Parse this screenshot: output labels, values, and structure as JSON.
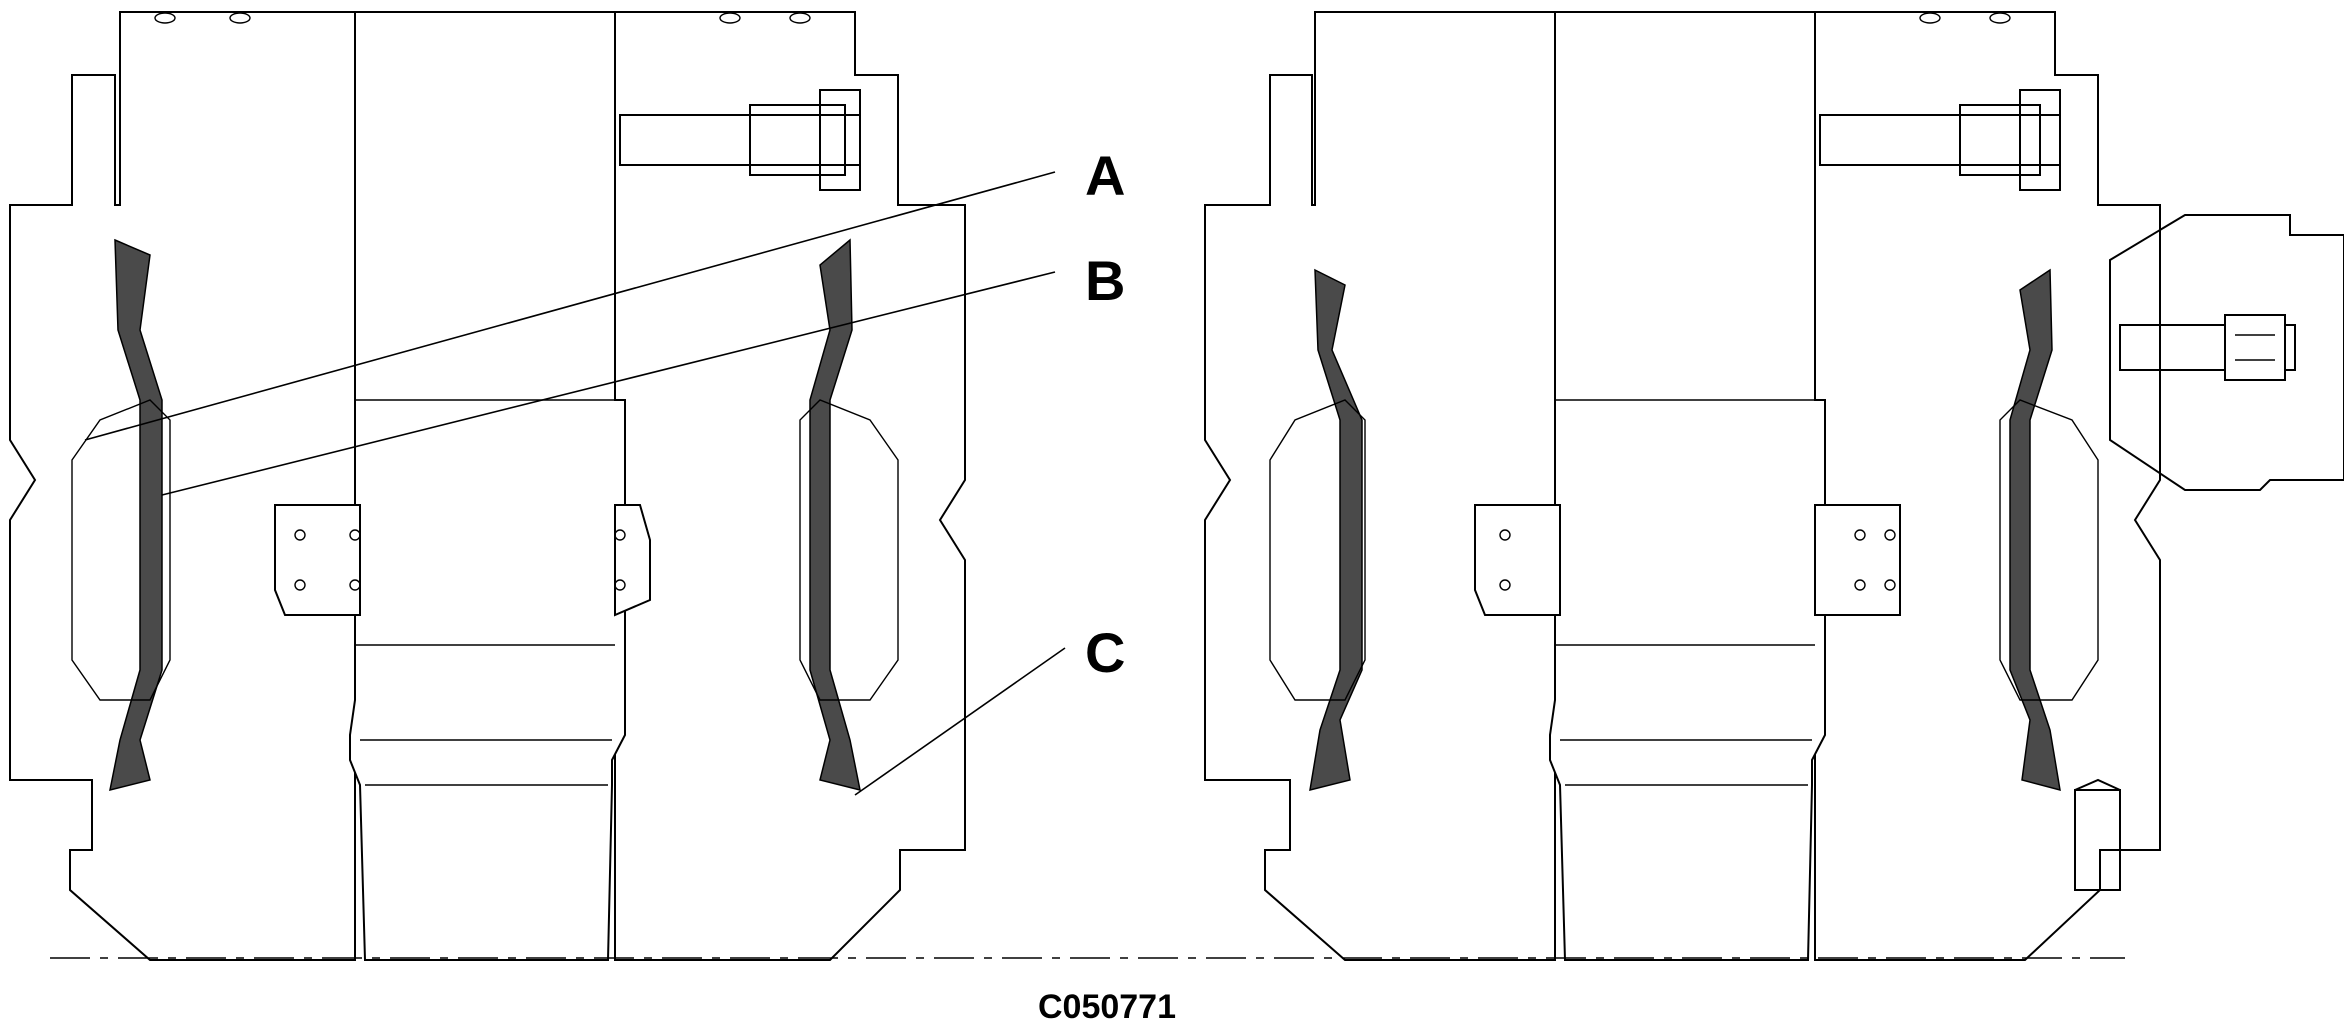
{
  "callouts": [
    {
      "id": "A",
      "label": "A"
    },
    {
      "id": "B",
      "label": "B"
    },
    {
      "id": "C",
      "label": "C"
    }
  ],
  "figure_id": "C050771",
  "colors": {
    "line": "#000000",
    "fill_dark": "#4a4a4a",
    "background": "#ffffff"
  }
}
